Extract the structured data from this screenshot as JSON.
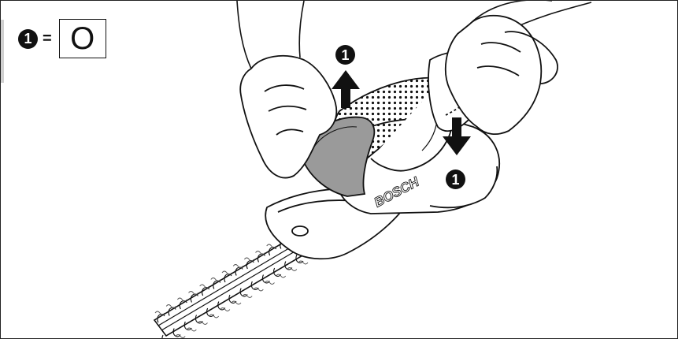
{
  "legend": {
    "step_number": "1",
    "equals": "=",
    "symbol": "O"
  },
  "callouts": [
    {
      "number": "1"
    },
    {
      "number": "1"
    }
  ],
  "tool_brand": "BOSCH"
}
